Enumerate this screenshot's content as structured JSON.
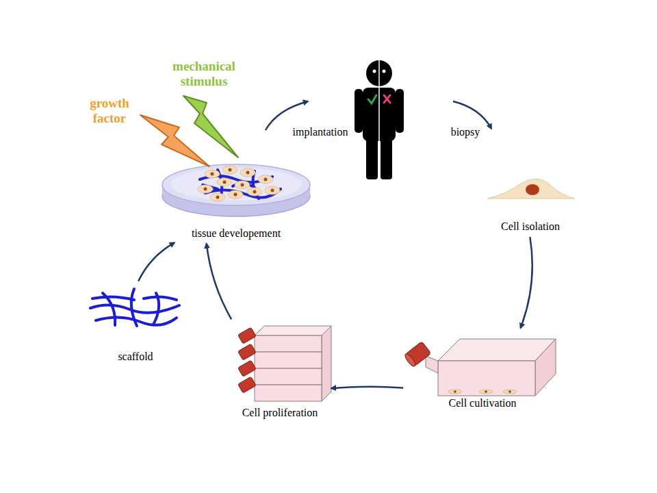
{
  "diagram": {
    "nodes": [
      {
        "text": [
          "tissue developement"
        ]
      },
      {
        "text": [
          "Cell isolation"
        ]
      },
      {
        "text": [
          "scaffold"
        ]
      },
      {
        "text": [
          "Cell proliferation"
        ]
      },
      {
        "text": [
          "Cell cultivation"
        ]
      }
    ],
    "edges": [
      {
        "from": 1,
        "to": 4,
        "arrow": "to"
      },
      {
        "from": 4,
        "to": 3,
        "arrow": "to"
      },
      {
        "from": 3,
        "to": 0,
        "arrow": "to"
      },
      {
        "from": 2,
        "to": 0,
        "arrow": "to"
      }
    ],
    "labels": [
      "growth factor",
      "mechanical stimulus",
      "implantation",
      "biopsy"
    ]
  }
}
